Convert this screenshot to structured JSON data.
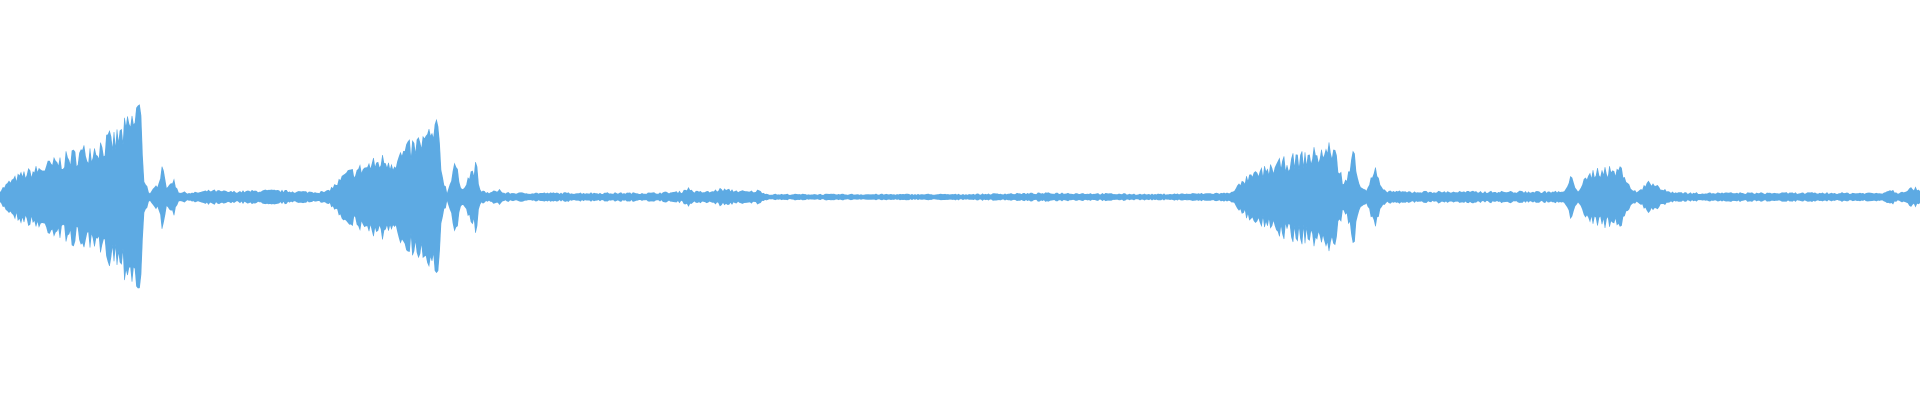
{
  "waveform": {
    "color": "#5DAAE3",
    "background": "#FFFFFF",
    "amplitude_range": [
      -1,
      1
    ],
    "envelope": [
      [
        0.0,
        0.05
      ],
      [
        0.005,
        0.12
      ],
      [
        0.012,
        0.18
      ],
      [
        0.02,
        0.22
      ],
      [
        0.03,
        0.28
      ],
      [
        0.04,
        0.34
      ],
      [
        0.05,
        0.4
      ],
      [
        0.06,
        0.46
      ],
      [
        0.066,
        0.55
      ],
      [
        0.07,
        0.62
      ],
      [
        0.072,
        0.75
      ],
      [
        0.0735,
        0.6
      ],
      [
        0.075,
        0.15
      ],
      [
        0.078,
        0.02
      ],
      [
        0.082,
        0.1
      ],
      [
        0.085,
        0.28
      ],
      [
        0.087,
        0.05
      ],
      [
        0.09,
        0.15
      ],
      [
        0.093,
        0.04
      ],
      [
        0.1,
        0.03
      ],
      [
        0.11,
        0.05
      ],
      [
        0.12,
        0.04
      ],
      [
        0.14,
        0.05
      ],
      [
        0.16,
        0.04
      ],
      [
        0.17,
        0.04
      ],
      [
        0.175,
        0.1
      ],
      [
        0.18,
        0.18
      ],
      [
        0.19,
        0.24
      ],
      [
        0.2,
        0.3
      ],
      [
        0.205,
        0.28
      ],
      [
        0.21,
        0.35
      ],
      [
        0.215,
        0.4
      ],
      [
        0.22,
        0.45
      ],
      [
        0.225,
        0.5
      ],
      [
        0.2285,
        0.53
      ],
      [
        0.23,
        0.2
      ],
      [
        0.233,
        0.02
      ],
      [
        0.237,
        0.3
      ],
      [
        0.24,
        0.05
      ],
      [
        0.245,
        0.18
      ],
      [
        0.248,
        0.25
      ],
      [
        0.25,
        0.05
      ],
      [
        0.255,
        0.03
      ],
      [
        0.26,
        0.06
      ],
      [
        0.262,
        0.03
      ],
      [
        0.3,
        0.03
      ],
      [
        0.34,
        0.03
      ],
      [
        0.355,
        0.04
      ],
      [
        0.358,
        0.07
      ],
      [
        0.362,
        0.04
      ],
      [
        0.37,
        0.04
      ],
      [
        0.375,
        0.06
      ],
      [
        0.39,
        0.04
      ],
      [
        0.395,
        0.05
      ],
      [
        0.4,
        0.02
      ],
      [
        0.45,
        0.02
      ],
      [
        0.5,
        0.02
      ],
      [
        0.55,
        0.03
      ],
      [
        0.6,
        0.02
      ],
      [
        0.64,
        0.03
      ],
      [
        0.642,
        0.05
      ],
      [
        0.65,
        0.15
      ],
      [
        0.66,
        0.22
      ],
      [
        0.67,
        0.28
      ],
      [
        0.68,
        0.32
      ],
      [
        0.69,
        0.36
      ],
      [
        0.694,
        0.4
      ],
      [
        0.696,
        0.3
      ],
      [
        0.7,
        0.1
      ],
      [
        0.703,
        0.2
      ],
      [
        0.705,
        0.42
      ],
      [
        0.708,
        0.1
      ],
      [
        0.712,
        0.05
      ],
      [
        0.716,
        0.22
      ],
      [
        0.72,
        0.05
      ],
      [
        0.73,
        0.04
      ],
      [
        0.76,
        0.04
      ],
      [
        0.8,
        0.04
      ],
      [
        0.815,
        0.04
      ],
      [
        0.818,
        0.15
      ],
      [
        0.822,
        0.05
      ],
      [
        0.825,
        0.12
      ],
      [
        0.83,
        0.2
      ],
      [
        0.835,
        0.22
      ],
      [
        0.84,
        0.2
      ],
      [
        0.845,
        0.22
      ],
      [
        0.85,
        0.05
      ],
      [
        0.853,
        0.04
      ],
      [
        0.857,
        0.1
      ],
      [
        0.862,
        0.12
      ],
      [
        0.865,
        0.06
      ],
      [
        0.87,
        0.04
      ],
      [
        0.88,
        0.03
      ],
      [
        0.9,
        0.03
      ],
      [
        0.95,
        0.03
      ],
      [
        0.98,
        0.03
      ],
      [
        0.985,
        0.06
      ],
      [
        0.988,
        0.03
      ],
      [
        0.992,
        0.05
      ],
      [
        0.996,
        0.07
      ],
      [
        1.0,
        0.06
      ]
    ]
  }
}
